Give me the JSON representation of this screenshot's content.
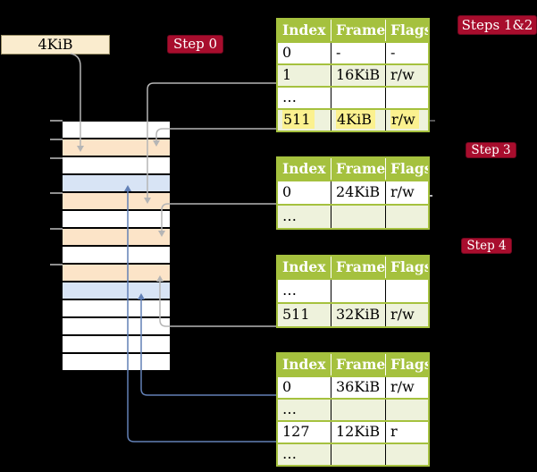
{
  "colors": {
    "olive": "#a5c13e",
    "row_green": "#eef2dc",
    "peach": "#fce4c8",
    "blue_row": "#d8e4f5",
    "cream": "#faecce",
    "yellow": "#fbf18f",
    "crimson": "#a80d2d",
    "arrow_gray": "#b5b5b5",
    "arrow_blue": "#6280b6"
  },
  "legend_box": {
    "label": "4KiB"
  },
  "steps": {
    "step0": "Step 0",
    "steps12": "Steps 1&2",
    "step3": "Step 3",
    "step4": "Step 4"
  },
  "memory": {
    "rows": [
      {
        "kind": "free"
      },
      {
        "kind": "table"
      },
      {
        "kind": "free"
      },
      {
        "kind": "page"
      },
      {
        "kind": "table"
      },
      {
        "kind": "free"
      },
      {
        "kind": "table"
      },
      {
        "kind": "free"
      },
      {
        "kind": "table"
      },
      {
        "kind": "page"
      },
      {
        "kind": "free"
      },
      {
        "kind": "free"
      },
      {
        "kind": "free"
      },
      {
        "kind": "free"
      }
    ]
  },
  "tables": [
    {
      "id": "table-steps12",
      "headers": [
        "Index",
        "Frame",
        "Flags"
      ],
      "rows": [
        {
          "cells": [
            "0",
            "-",
            "-"
          ],
          "shade": false,
          "highlight": false
        },
        {
          "cells": [
            "1",
            "16KiB",
            "r/w"
          ],
          "shade": true,
          "highlight": false
        },
        {
          "cells": [
            "…",
            "",
            ""
          ],
          "shade": false,
          "highlight": false
        },
        {
          "cells": [
            "511",
            "4KiB",
            "r/w"
          ],
          "shade": true,
          "highlight": true
        }
      ]
    },
    {
      "id": "table-step3",
      "headers": [
        "Index",
        "Frame",
        "Flags"
      ],
      "rows": [
        {
          "cells": [
            "0",
            "24KiB",
            "r/w"
          ],
          "shade": false,
          "highlight": false
        },
        {
          "cells": [
            "…",
            "",
            ""
          ],
          "shade": true,
          "highlight": false
        }
      ]
    },
    {
      "id": "table-step4",
      "headers": [
        "Index",
        "Frame",
        "Flags"
      ],
      "rows": [
        {
          "cells": [
            "…",
            "",
            ""
          ],
          "shade": false,
          "highlight": false
        },
        {
          "cells": [
            "511",
            "32KiB",
            "r/w"
          ],
          "shade": true,
          "highlight": false
        }
      ]
    },
    {
      "id": "table-final",
      "headers": [
        "Index",
        "Frame",
        "Flags"
      ],
      "rows": [
        {
          "cells": [
            "0",
            "36KiB",
            "r/w"
          ],
          "shade": false,
          "highlight": false
        },
        {
          "cells": [
            "…",
            "",
            ""
          ],
          "shade": true,
          "highlight": false
        },
        {
          "cells": [
            "127",
            "12KiB",
            "r"
          ],
          "shade": false,
          "highlight": false
        },
        {
          "cells": [
            "…",
            "",
            ""
          ],
          "shade": true,
          "highlight": false
        }
      ]
    }
  ]
}
